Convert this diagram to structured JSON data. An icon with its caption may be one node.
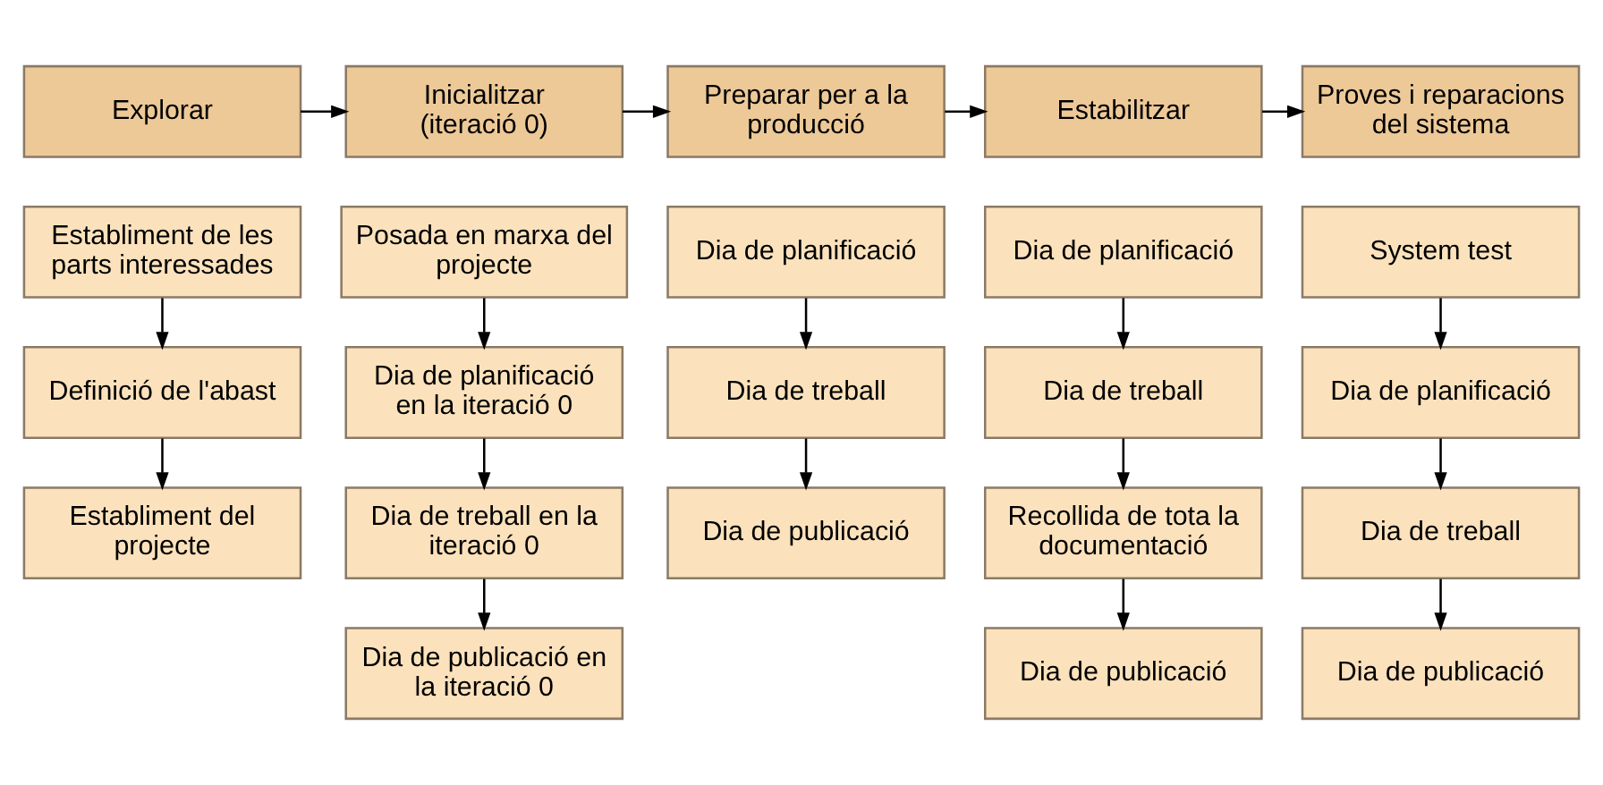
{
  "diagram": {
    "nodes": [
      {
        "text": [
          "Explorar"
        ]
      },
      {
        "text": [
          "Inicialitzar (iteració 0)"
        ]
      },
      {
        "text": [
          "Preparar per a la producció"
        ]
      },
      {
        "text": [
          "Estabilitzar"
        ]
      },
      {
        "text": [
          "Proves i reparacions del sistema"
        ]
      },
      {
        "text": [
          "Establiment de les parts interessades"
        ]
      },
      {
        "text": [
          "Definició de l'abast"
        ]
      },
      {
        "text": [
          "Establiment del projecte"
        ]
      },
      {
        "text": [
          "Posada en marxa del projecte"
        ]
      },
      {
        "text": [
          "Dia de planificació en la iteració 0"
        ]
      },
      {
        "text": [
          "Dia de treball en la iteració 0"
        ]
      },
      {
        "text": [
          "Dia de publicació en la iteració 0"
        ]
      },
      {
        "text": [
          "Dia de planificació"
        ]
      },
      {
        "text": [
          "Dia de treball"
        ]
      },
      {
        "text": [
          "Dia de publicació"
        ]
      },
      {
        "text": [
          "Dia de planificació"
        ]
      },
      {
        "text": [
          "Dia de treball"
        ]
      },
      {
        "text": [
          "Recollida de tota la documentació"
        ]
      },
      {
        "text": [
          "Dia de publicació"
        ]
      },
      {
        "text": [
          "System test"
        ]
      },
      {
        "text": [
          "Dia de planificació"
        ]
      },
      {
        "text": [
          "Dia de treball"
        ]
      },
      {
        "text": [
          "Dia de publicació"
        ]
      }
    ],
    "edges": [
      {
        "from": 0,
        "to": 1,
        "arrow": "to"
      },
      {
        "from": 1,
        "to": 2,
        "arrow": "to"
      },
      {
        "from": 2,
        "to": 3,
        "arrow": "to"
      },
      {
        "from": 3,
        "to": 4,
        "arrow": "to"
      },
      {
        "from": 5,
        "to": 6,
        "arrow": "to"
      },
      {
        "from": 6,
        "to": 7,
        "arrow": "to"
      },
      {
        "from": 8,
        "to": 9,
        "arrow": "to"
      },
      {
        "from": 9,
        "to": 10,
        "arrow": "to"
      },
      {
        "from": 10,
        "to": 11,
        "arrow": "to"
      },
      {
        "from": 12,
        "to": 13,
        "arrow": "to"
      },
      {
        "from": 13,
        "to": 14,
        "arrow": "to"
      },
      {
        "from": 15,
        "to": 16,
        "arrow": "to"
      },
      {
        "from": 16,
        "to": 17,
        "arrow": "to"
      },
      {
        "from": 17,
        "to": 18,
        "arrow": "to"
      },
      {
        "from": 19,
        "to": 20,
        "arrow": "to"
      },
      {
        "from": 20,
        "to": 21,
        "arrow": "to"
      },
      {
        "from": 21,
        "to": 22,
        "arrow": "to"
      }
    ]
  }
}
